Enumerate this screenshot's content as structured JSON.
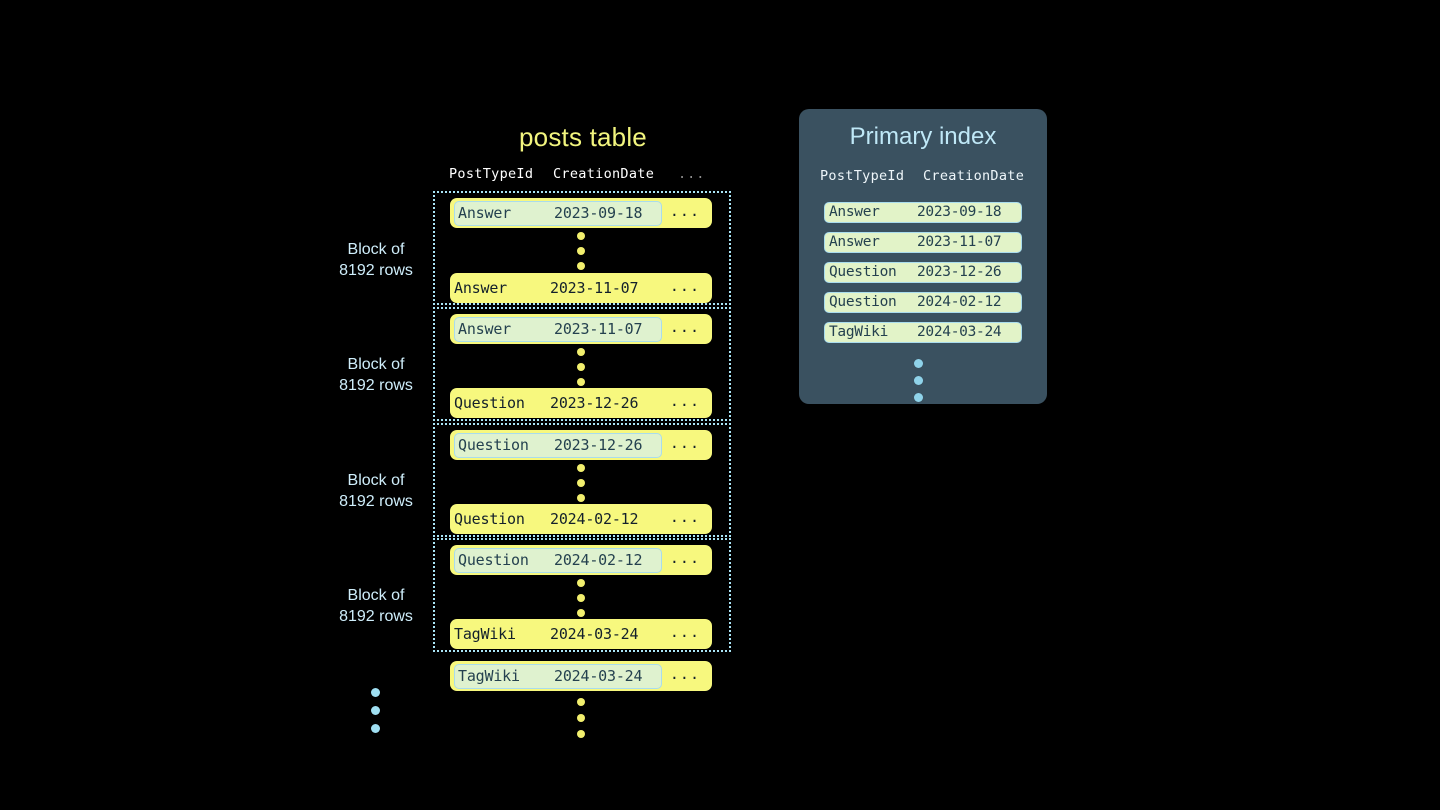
{
  "background": "#000000",
  "posts_table": {
    "title": "posts table",
    "columns": [
      "PostTypeId",
      "CreationDate",
      "..."
    ],
    "row_ellipsis": "...",
    "blocks": [
      {
        "label_line1": "Block of",
        "label_line2": "8192 rows",
        "first_row": {
          "post_type_id": "Answer",
          "creation_date": "2023-09-18",
          "rest": "...",
          "marked": true
        },
        "last_row": {
          "post_type_id": "Answer",
          "creation_date": "2023-11-07",
          "rest": "...",
          "marked": false
        }
      },
      {
        "label_line1": "Block of",
        "label_line2": "8192 rows",
        "first_row": {
          "post_type_id": "Answer",
          "creation_date": "2023-11-07",
          "rest": "...",
          "marked": true
        },
        "last_row": {
          "post_type_id": "Question",
          "creation_date": "2023-12-26",
          "rest": "...",
          "marked": false
        }
      },
      {
        "label_line1": "Block of",
        "label_line2": "8192 rows",
        "first_row": {
          "post_type_id": "Question",
          "creation_date": "2023-12-26",
          "rest": "...",
          "marked": true
        },
        "last_row": {
          "post_type_id": "Question",
          "creation_date": "2024-02-12",
          "rest": "...",
          "marked": false
        }
      },
      {
        "label_line1": "Block of",
        "label_line2": "8192 rows",
        "first_row": {
          "post_type_id": "Question",
          "creation_date": "2024-02-12",
          "rest": "...",
          "marked": true
        },
        "last_row": {
          "post_type_id": "TagWiki",
          "creation_date": "2024-03-24",
          "rest": "...",
          "marked": false
        }
      }
    ],
    "trailing_row": {
      "post_type_id": "TagWiki",
      "creation_date": "2024-03-24",
      "rest": "...",
      "marked": true
    }
  },
  "primary_index": {
    "title": "Primary index",
    "columns": [
      "PostTypeId",
      "CreationDate"
    ],
    "rows": [
      {
        "post_type_id": "Answer",
        "creation_date": "2023-09-18"
      },
      {
        "post_type_id": "Answer",
        "creation_date": "2023-11-07"
      },
      {
        "post_type_id": "Question",
        "creation_date": "2023-12-26"
      },
      {
        "post_type_id": "Question",
        "creation_date": "2024-02-12"
      },
      {
        "post_type_id": "TagWiki",
        "creation_date": "2024-03-24"
      }
    ]
  },
  "colors": {
    "row_yellow": "#f7f87e",
    "marked_green": "#dff2cf",
    "marked_border": "#a9dced",
    "block_border": "#a9e4f5",
    "panel_slate": "#3a5160",
    "title_yellow": "#f2f57e",
    "title_blue": "#bfe8f7",
    "dot_yellow": "#f2ef6e",
    "dot_blue": "#9fdff2",
    "text_dark": "#13202b"
  }
}
